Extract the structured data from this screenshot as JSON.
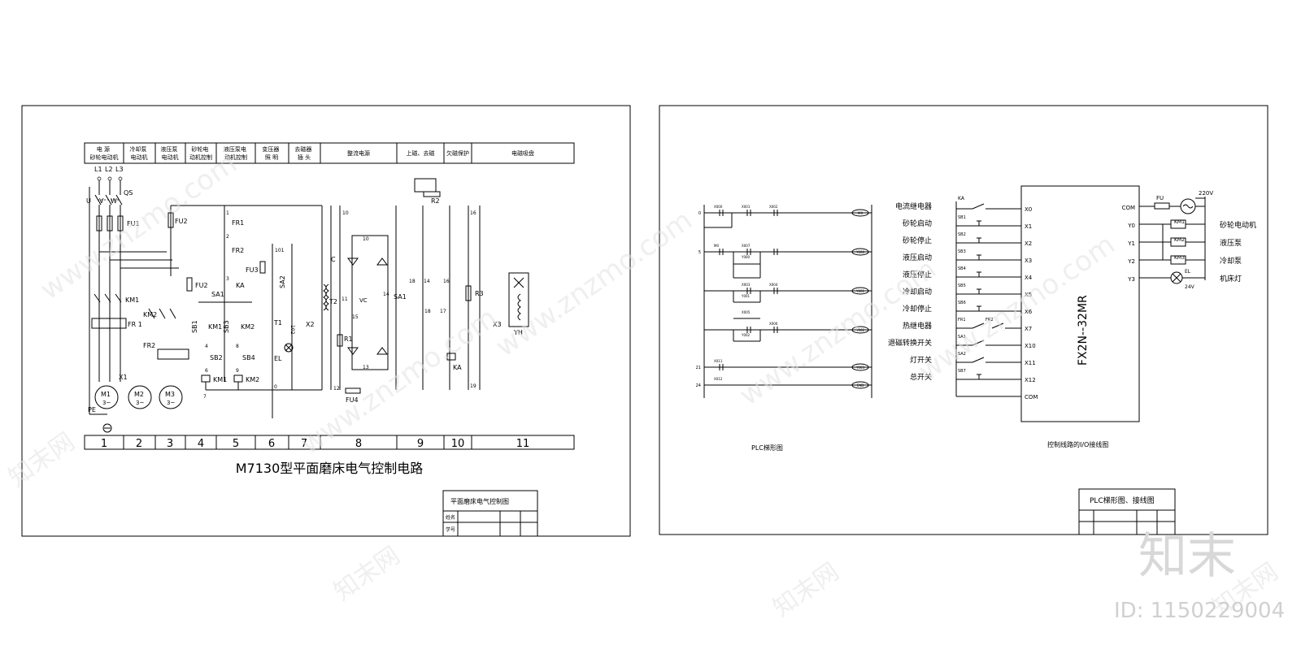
{
  "left_sheet": {
    "header_cells": [
      "电 源\n砂轮电动机",
      "冷却泵\n电动机",
      "液压泵\n电动机",
      "砂轮电\n动机控制",
      "液压泵电\n动机控制",
      "变压器\n照 明",
      "去磁器\n插 头",
      "整流电源",
      "上磁、去磁",
      "欠磁保护",
      "电磁吸盘"
    ],
    "column_numbers": [
      "1",
      "2",
      "3",
      "4",
      "5",
      "6",
      "7",
      "8",
      "9",
      "10",
      "11"
    ],
    "title": "M7130型平面磨床电气控制电路",
    "labels": {
      "l1": "L1",
      "l2": "L2",
      "l3": "L3",
      "u": "U",
      "v": "V",
      "w": "W",
      "qs": "QS",
      "fu1": "FU1",
      "fu2": "FU2",
      "fu2b": "FU2",
      "fu3": "FU3",
      "fu4": "FU4",
      "km1": "KM1",
      "km2": "KM2",
      "fr1": "FR1",
      "fr2": "FR2",
      "fr1b": "FR 1",
      "fr2b": "FR2",
      "x1": "X1",
      "x2": "X2",
      "x3": "X3",
      "pe": "PE",
      "m1": "M1",
      "m2": "M2",
      "m3": "M3",
      "m3ph": "3~",
      "sa1": "SA1",
      "ka": "KA",
      "sb1": "SB1",
      "sb2": "SB2",
      "sb3": "SB3",
      "sb4": "SB4",
      "km1c": "KM1",
      "km2c": "KM2",
      "km1coil": "KM1",
      "km2coil": "KM2",
      "sa2": "SA2",
      "t1": "T1",
      "t2": "T2",
      "el": "EL",
      "c": "C",
      "vc": "VC",
      "r1": "R1",
      "r2": "R2",
      "r3": "R3",
      "sa1b": "SA1",
      "kacoil": "KA",
      "yh": "YH",
      "n1": "1",
      "n2": "2",
      "n3": "3",
      "n4": "4",
      "n5": "5",
      "n6": "6",
      "n7": "7",
      "n8": "8",
      "n9": "9",
      "n0": "0",
      "n10": "10",
      "n11": "11",
      "n12": "12",
      "n13": "13",
      "n14": "14",
      "n15": "15",
      "n16": "16",
      "n17": "17",
      "n18": "18",
      "n19": "19",
      "n101": "101",
      "n102": "102"
    },
    "title_block": {
      "name": "平面磨床电气控制图",
      "row1": "姓名",
      "row2": "学号"
    }
  },
  "right_sheet": {
    "ladder_caption": "PLC梯形图",
    "wiring_caption": "控制线路的I/O接线图",
    "plc_model": "FX2N--32MR",
    "input_descriptions": [
      "电流继电器",
      "砂轮启动",
      "砂轮停止",
      "液压启动",
      "液压停止",
      "冷却启动",
      "冷却停止",
      "热继电器",
      "退磁转换开关",
      "灯开关",
      "总开关"
    ],
    "input_devices": [
      "KA",
      "SB1",
      "SB2",
      "SB3",
      "SB4",
      "SB5",
      "SB6",
      "FR1",
      "SA1",
      "SA2",
      "SB7"
    ],
    "fr2": "FR2",
    "input_terminals": [
      "X0",
      "X1",
      "X2",
      "X3",
      "X4",
      "X5",
      "X6",
      "X7",
      "X10",
      "X11",
      "X12",
      "COM"
    ],
    "output_terminals": [
      "COM",
      "Y0",
      "Y1",
      "Y2",
      "Y3"
    ],
    "output_devices": [
      "KM1",
      "KM2",
      "KM3",
      "EL"
    ],
    "output_descriptions": [
      "砂轮电动机",
      "液压泵",
      "冷却泵",
      "机床灯"
    ],
    "fu": "FU",
    "v220": "220V",
    "v24": "24V",
    "ladder_coils": [
      "M0",
      "Y000",
      "Y001",
      "Y002",
      "Y003",
      "END"
    ],
    "ladder_contacts": [
      "X000",
      "X001",
      "X002",
      "M0",
      "Y000",
      "X003",
      "X004",
      "Y001",
      "X005",
      "X006",
      "Y002",
      "X011",
      "X012",
      "X007"
    ],
    "ladder_steps": [
      "0",
      "5",
      "21",
      "24"
    ],
    "title_block": {
      "name": "PLC梯形图、接线图"
    }
  },
  "watermark": {
    "site": "www.znzmo.com",
    "brand": "知末网",
    "logo": "知末",
    "id": "ID: 1150229004"
  }
}
